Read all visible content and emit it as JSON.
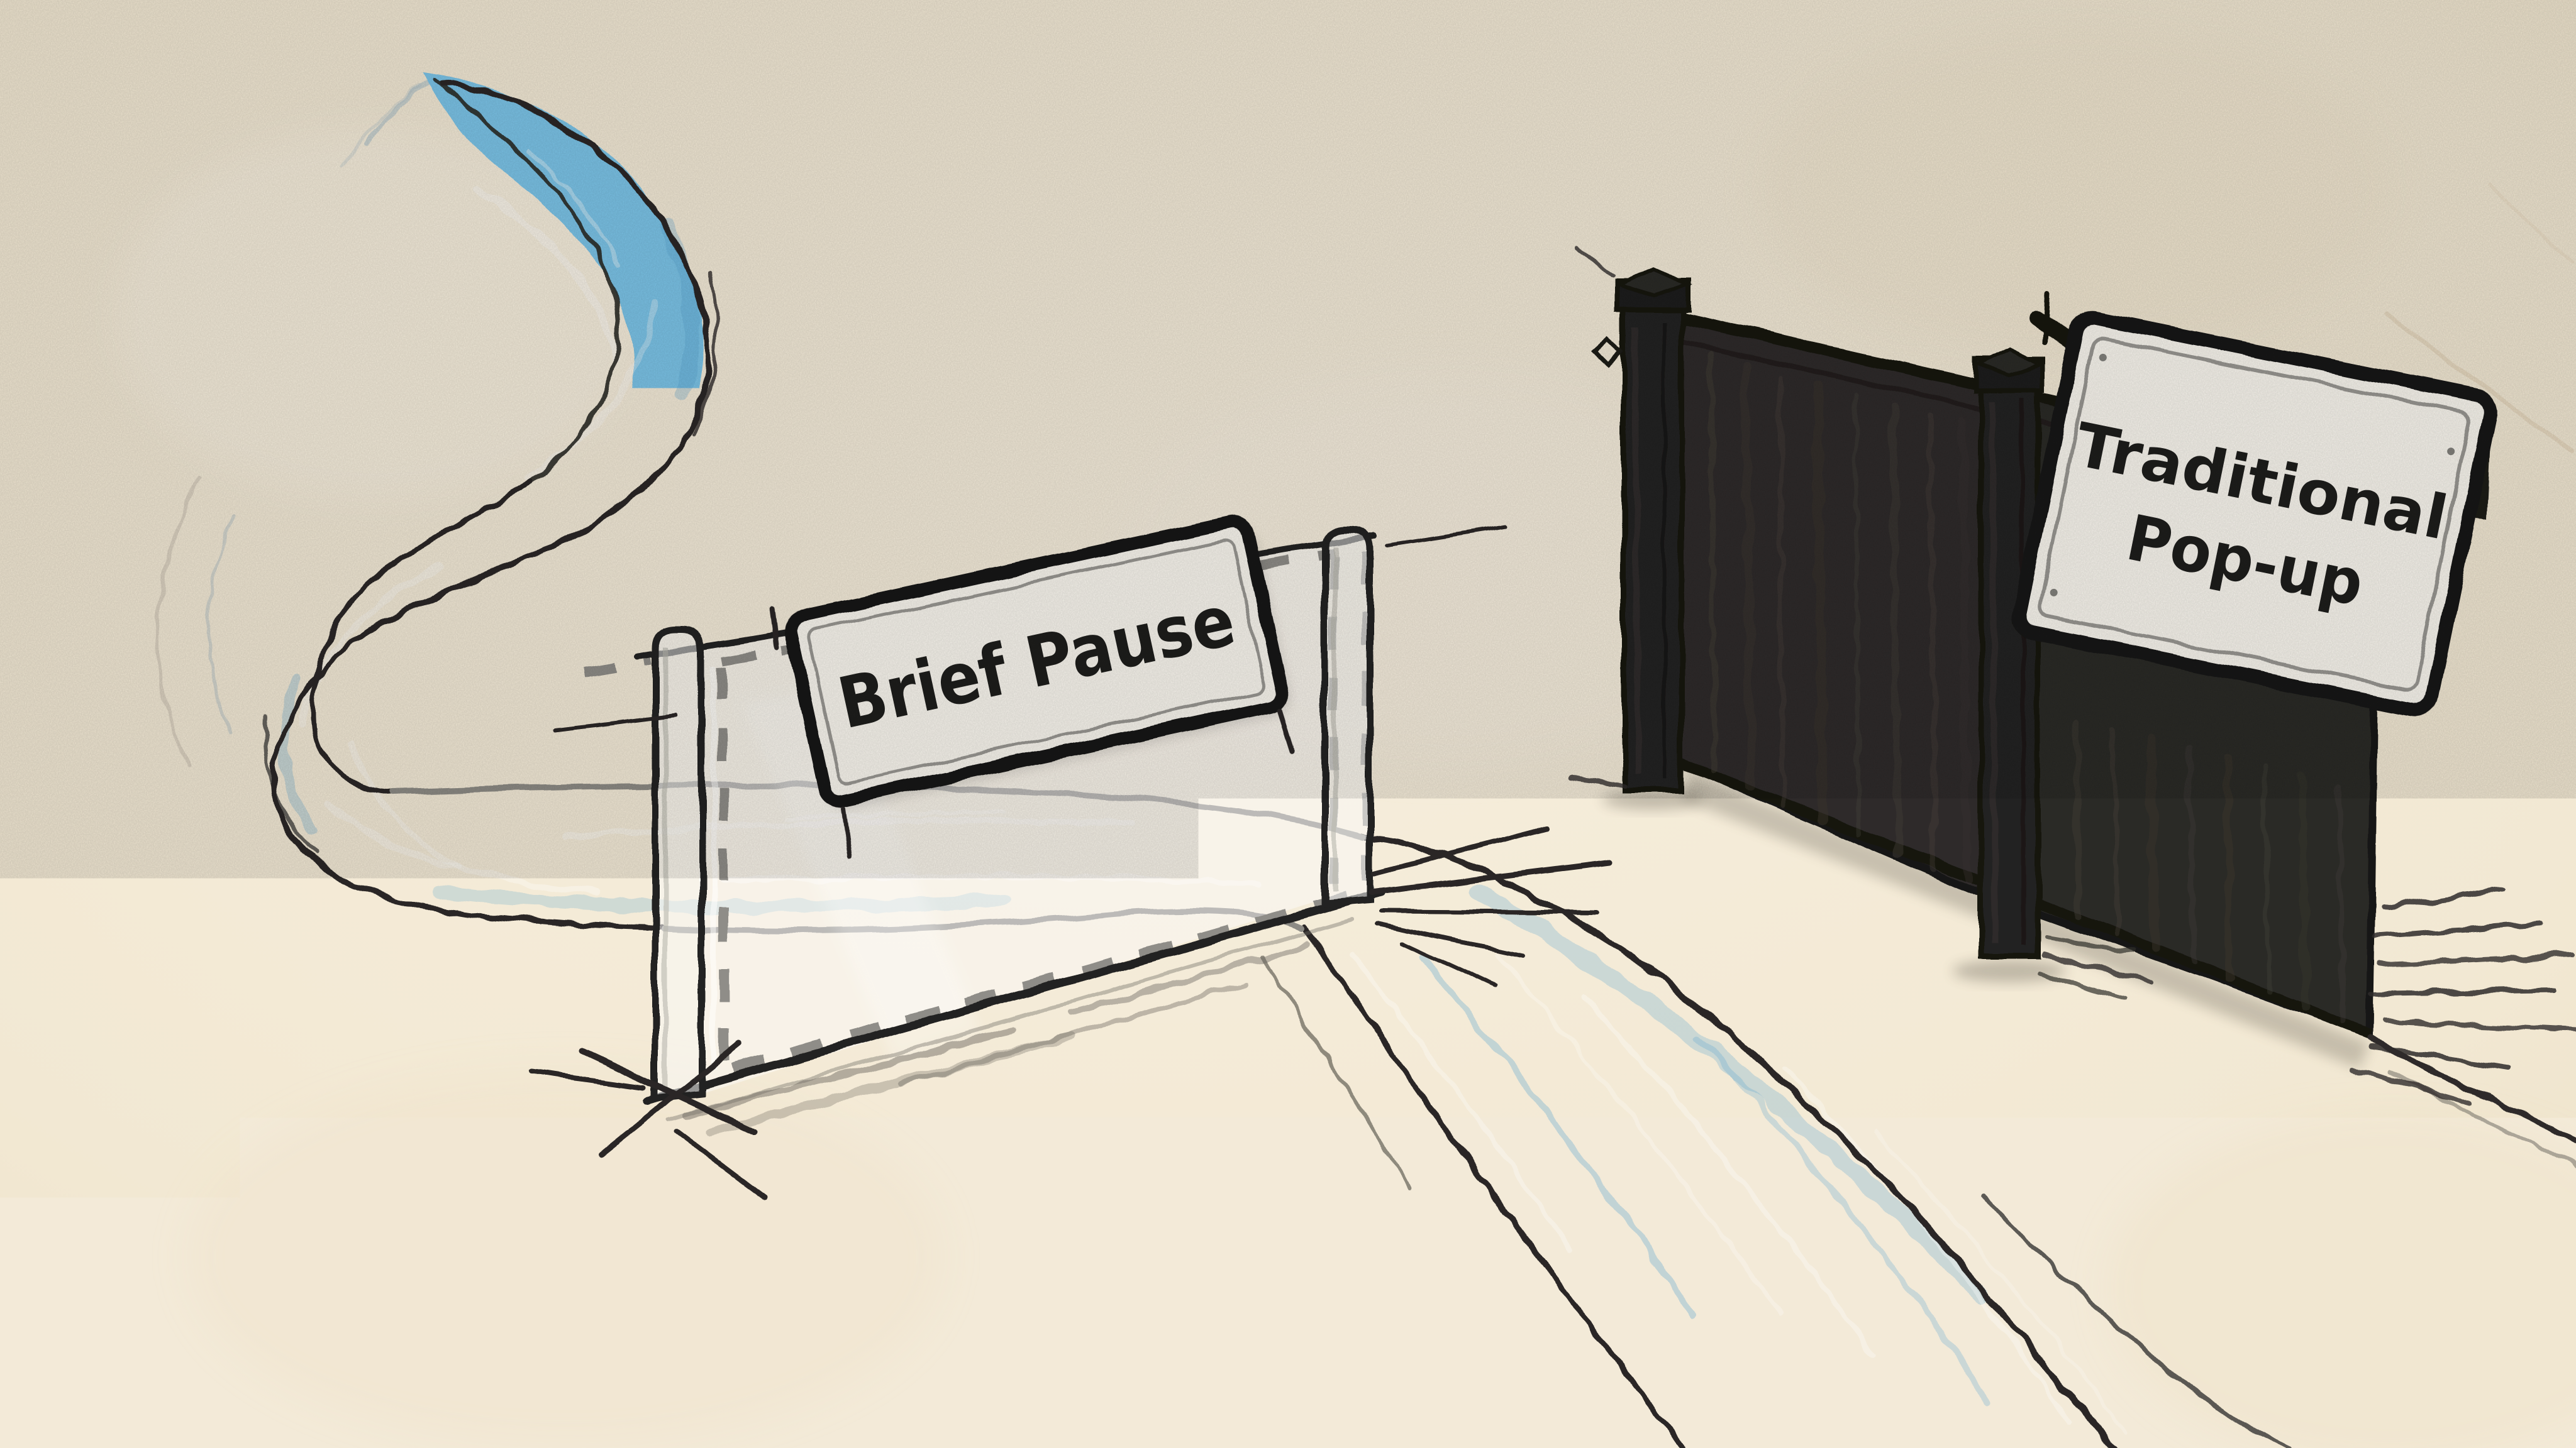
{
  "signs": {
    "brief_pause": {
      "label": "Brief Pause"
    },
    "traditional_popup": {
      "line1": "Traditional",
      "line2": "Pop-up"
    }
  },
  "colors": {
    "paper": "#f3ead8",
    "river": "#7cc5e9",
    "river_deep": "#4f9fce",
    "river_light": "#ffffff",
    "outline": "#2a2826",
    "glass_dash": "#8f8d88",
    "glass_gray_line": "#8d8b85",
    "wall": "#2e2c29",
    "wall_post": "#232120",
    "sign_bg": "#fbf8f0",
    "sign_border": "#161614",
    "sign_text": "#1d1d1b"
  }
}
